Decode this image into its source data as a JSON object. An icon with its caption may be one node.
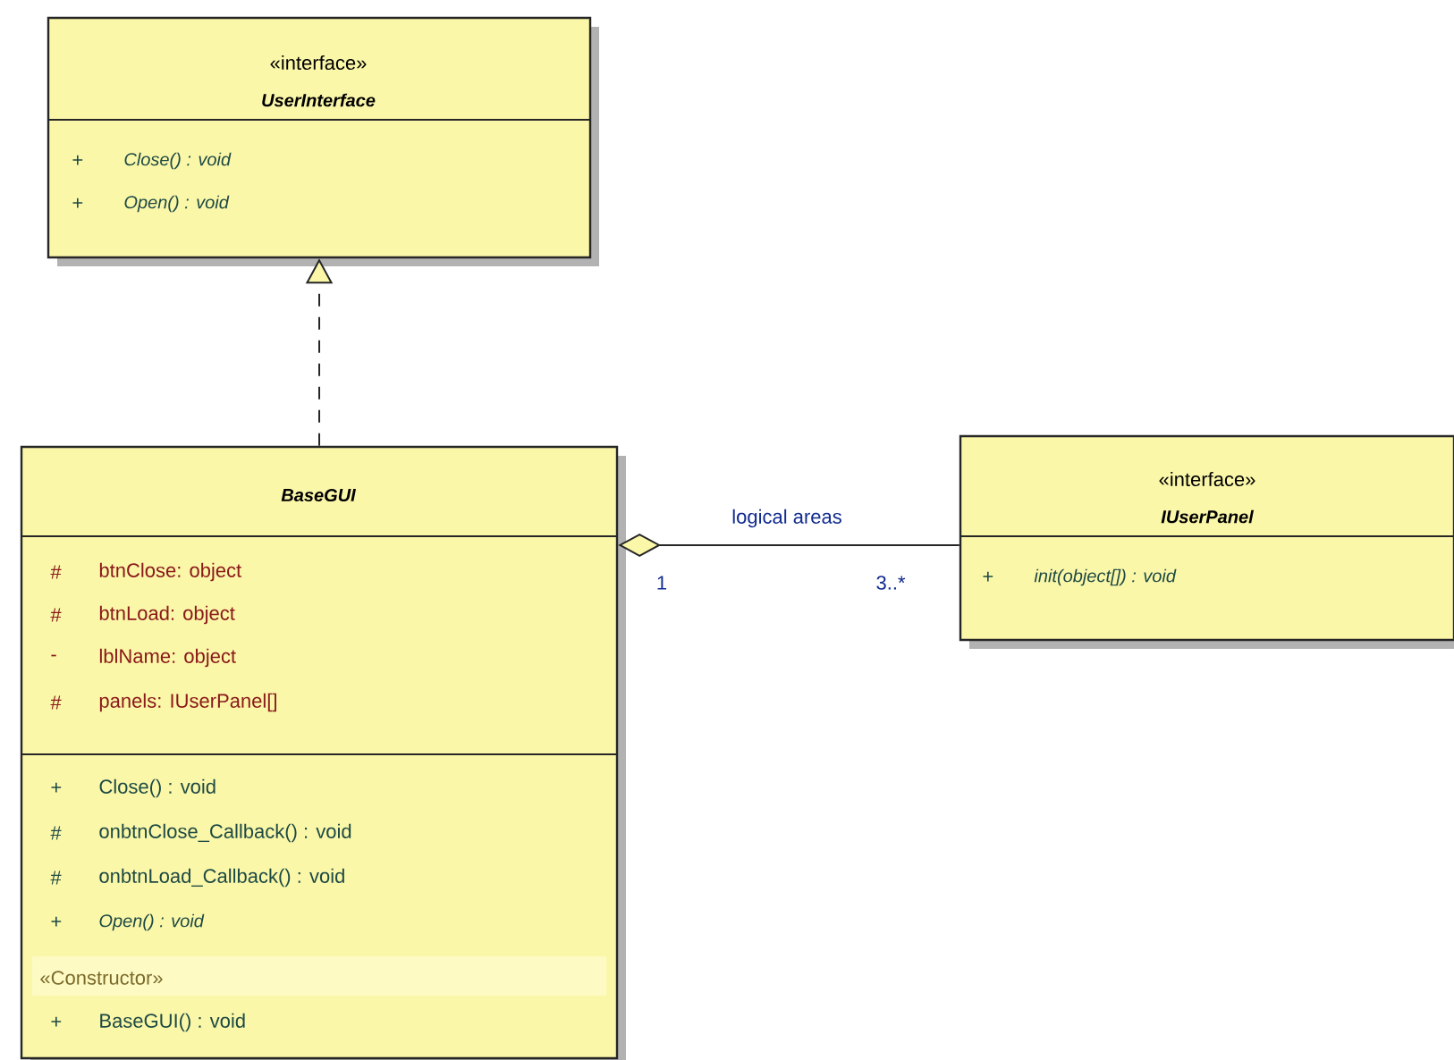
{
  "diagram": {
    "nodes": [
      {
        "text": [
          "«interface»",
          "UserInterface",
          "+",
          "Close() : void",
          "+",
          "Open() : void"
        ]
      },
      {
        "text": [
          "BaseGUI",
          "#",
          "btnClose: object",
          "#",
          "btnLoad: object",
          "-",
          "lblName: object",
          "#",
          "panels: IUserPanel[]",
          "+",
          "Close() : void",
          "#",
          "onbtnClose_Callback() : void",
          "#",
          "onbtnLoad_Callback() : void",
          "+",
          "Open() : void",
          "«Constructor»",
          "+",
          "BaseGUI() : void"
        ]
      },
      {
        "text": [
          "«interface»",
          "IUserPanel",
          "+",
          "init(object[]) : void"
        ]
      }
    ],
    "edges": [
      {
        "from": 1,
        "to": 0,
        "arrow": "to",
        "style": "dashed"
      },
      {
        "from": 1,
        "to": 2,
        "arrow": "other",
        "label": "logical areas"
      }
    ],
    "labels": [
      "1",
      "3..*"
    ]
  }
}
